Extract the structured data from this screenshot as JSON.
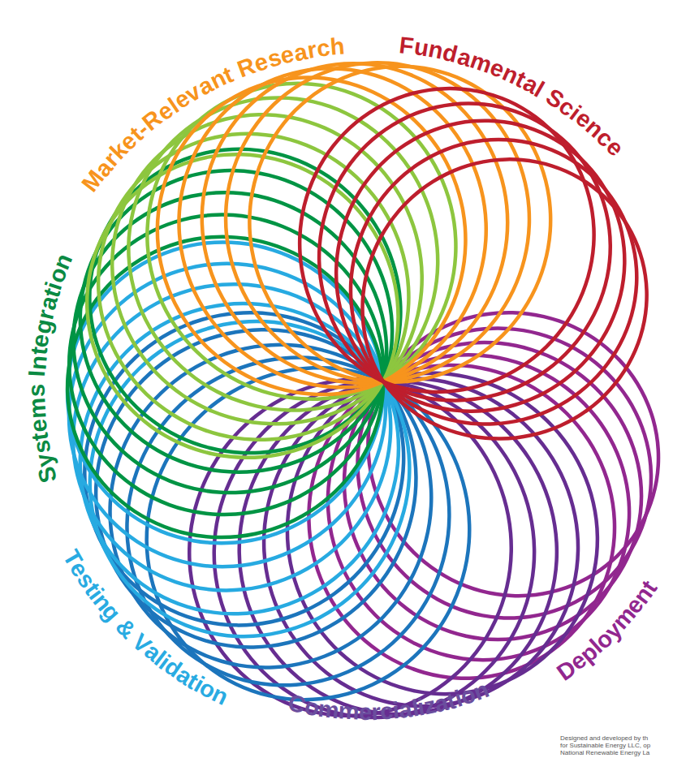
{
  "diagram": {
    "labels": [
      "Fundamental Science",
      "Market-Relevant Research",
      "Systems Integration",
      "Testing & Validation",
      "Commercialization",
      "Deployment",
      "Designed and developed by th",
      "for Sustainable Energy LLC, op",
      "National Renewable Energy La"
    ]
  }
}
